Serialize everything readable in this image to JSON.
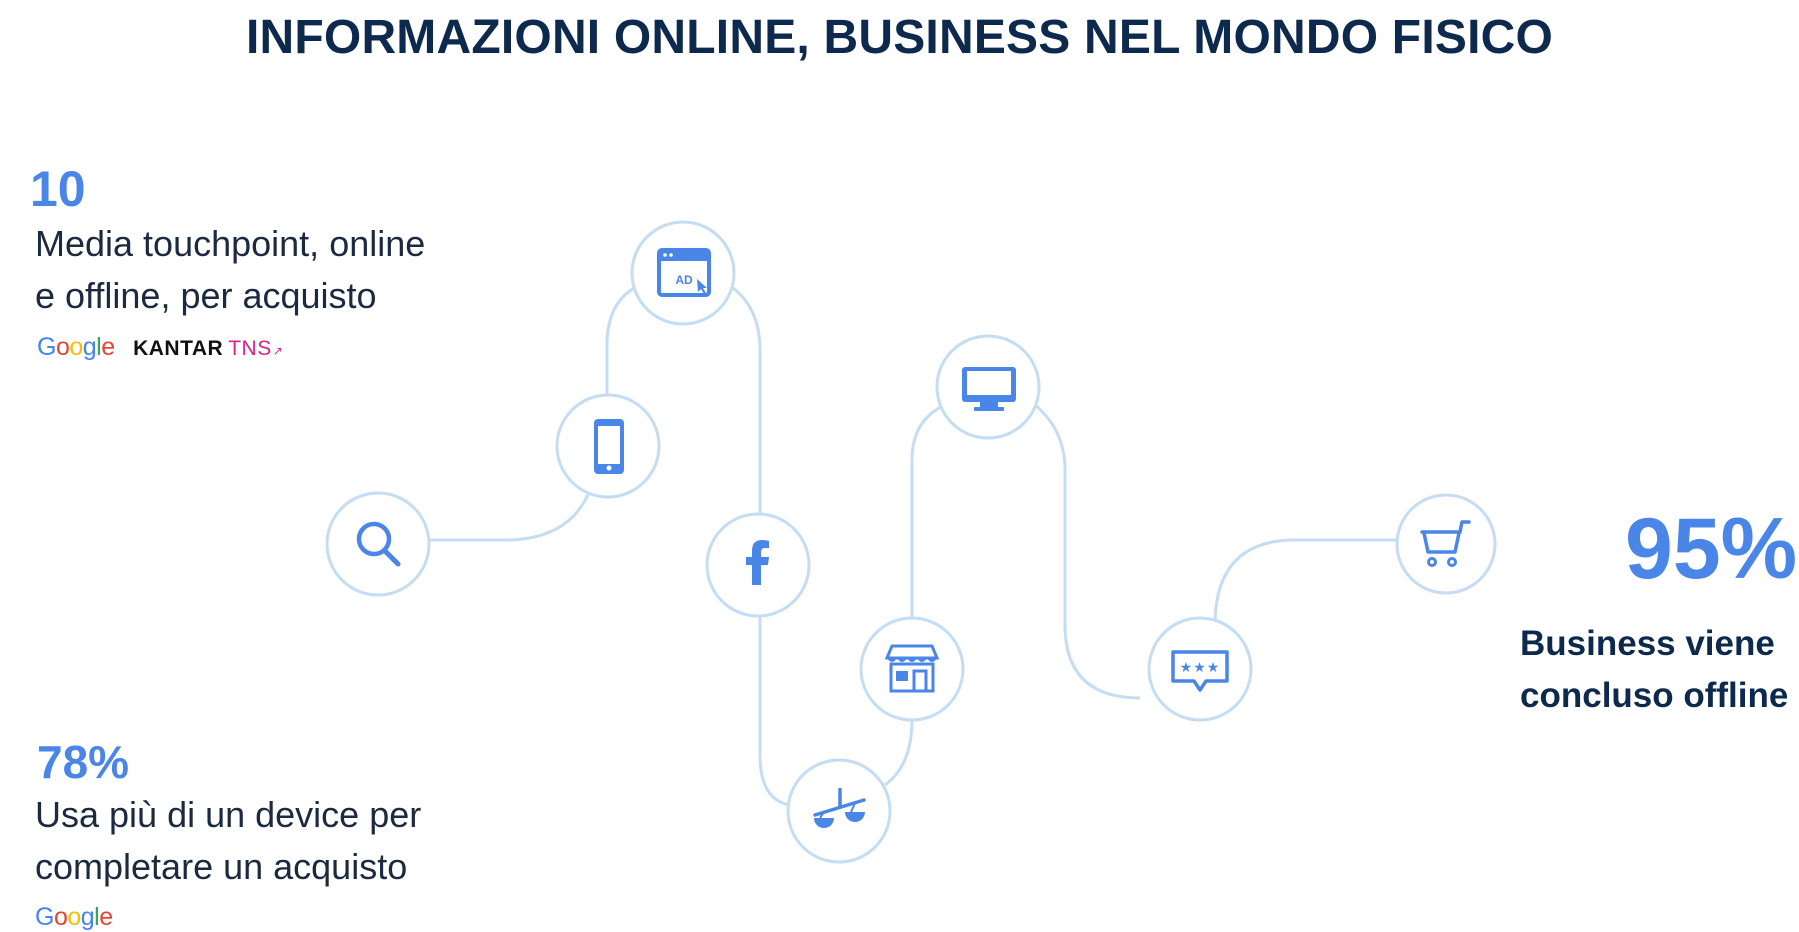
{
  "title": "INFORMAZIONI ONLINE, BUSINESS NEL MONDO FISICO",
  "stats": {
    "touchpoints": {
      "number": "10",
      "line1": "Media touchpoint, online",
      "line2": "e offline, per acquisto",
      "sources": [
        "Google",
        "KANTAR",
        "TNS"
      ]
    },
    "devices": {
      "number": "78%",
      "line1": "Usa più di un device per",
      "line2": "completare un acquisto",
      "sources": [
        "Google"
      ]
    },
    "offline": {
      "number": "95%",
      "line1": "Business viene",
      "line2": "concluso offline"
    }
  },
  "journey_nodes": [
    {
      "icon": "search-icon"
    },
    {
      "icon": "smartphone-icon"
    },
    {
      "icon": "ad-browser-icon"
    },
    {
      "icon": "facebook-icon"
    },
    {
      "icon": "scale-compare-icon"
    },
    {
      "icon": "store-icon"
    },
    {
      "icon": "desktop-monitor-icon"
    },
    {
      "icon": "review-stars-icon"
    },
    {
      "icon": "shopping-cart-icon"
    }
  ],
  "colors": {
    "title": "#0d2a4e",
    "accent": "#4a86e8",
    "path": "#c5dcf5",
    "text": "#1b2a40",
    "kantar_tns": "#e0208a",
    "google_blue": "#4285f4",
    "google_red": "#ea4335",
    "google_yellow": "#fbbc05",
    "google_green": "#34a853"
  },
  "brand": {
    "google_letters": [
      "G",
      "o",
      "o",
      "g",
      "l",
      "e"
    ]
  }
}
